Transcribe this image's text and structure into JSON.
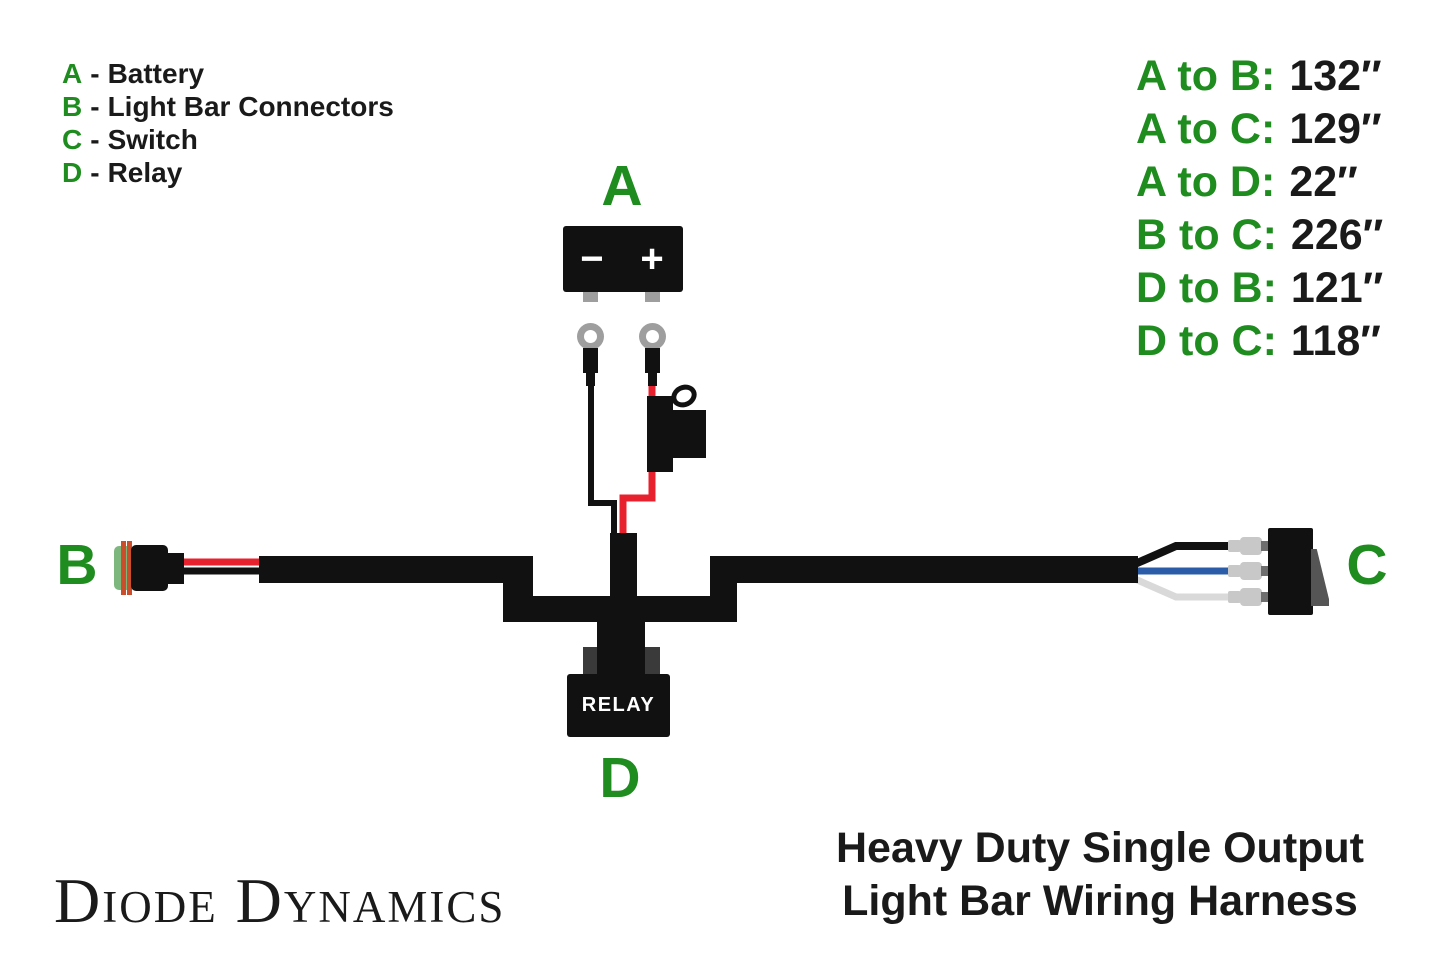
{
  "colors": {
    "accent-green": "#1e8c1e",
    "text-black": "#1a1a1a",
    "harness-black": "#111111",
    "wire-red": "#e8212e",
    "wire-blue": "#2b5ca8",
    "wire-white": "#d9d9d9",
    "terminal-gray": "#9e9e9e",
    "spade-gray": "#c8c8c8",
    "pin-gray": "#6e6e6e",
    "relay-tab-gray": "#3a3a3a",
    "connector-cap-green": "#7eb77e",
    "connector-stripe-orange": "#cb4e2c",
    "lever-gray": "#555555"
  },
  "legend": {
    "items": [
      {
        "letter": "A",
        "sep": "-",
        "name": "Battery"
      },
      {
        "letter": "B",
        "sep": "-",
        "name": "Light Bar Connectors"
      },
      {
        "letter": "C",
        "sep": "-",
        "name": "Switch"
      },
      {
        "letter": "D",
        "sep": "-",
        "name": "Relay"
      }
    ]
  },
  "measurements": {
    "items": [
      {
        "label": "A to B:",
        "value": "132″"
      },
      {
        "label": "A to C:",
        "value": "129″"
      },
      {
        "label": "A to D:",
        "value": "22″"
      },
      {
        "label": "B to C:",
        "value": "226″"
      },
      {
        "label": "D to B:",
        "value": "121″"
      },
      {
        "label": "D to C:",
        "value": "118″"
      }
    ]
  },
  "diagram": {
    "labels": {
      "battery": "A",
      "light_bar": "B",
      "switch": "C",
      "relay": "D"
    },
    "battery": {
      "minus": "−",
      "plus": "+"
    },
    "relay_text": "RELAY"
  },
  "footer": {
    "brand": "Diode Dynamics",
    "title_line1": "Heavy Duty Single Output",
    "title_line2": "Light Bar Wiring Harness"
  }
}
